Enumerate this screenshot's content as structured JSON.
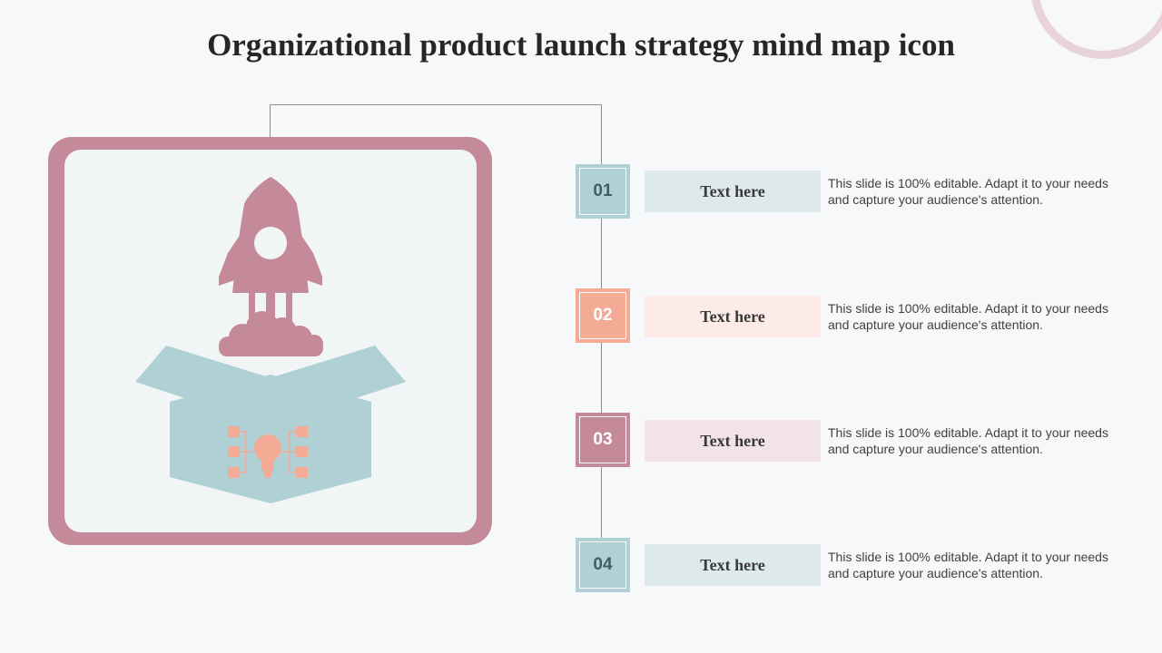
{
  "title": "Organizational product launch strategy mind map icon",
  "colors": {
    "pink": "#c48a99",
    "teal": "#afd0d5",
    "salmon": "#f3ab95",
    "background": "#f7f8fa"
  },
  "icon": {
    "name": "rocket-launch-from-box-icon",
    "parts": [
      "rocket-icon",
      "cloud-icon",
      "open-box-icon",
      "lightbulb-icon"
    ]
  },
  "items": [
    {
      "number": "01",
      "label": "Text here",
      "description": "This slide is 100% editable. Adapt it to your needs and capture your audience's attention."
    },
    {
      "number": "02",
      "label": "Text here",
      "description": "This slide is 100% editable. Adapt it to your needs and capture your audience's attention."
    },
    {
      "number": "03",
      "label": "Text here",
      "description": "This slide is 100% editable. Adapt it to your needs and capture your audience's attention."
    },
    {
      "number": "04",
      "label": "Text here",
      "description": "This slide is 100% editable. Adapt it to your needs and capture your audience's attention."
    }
  ]
}
